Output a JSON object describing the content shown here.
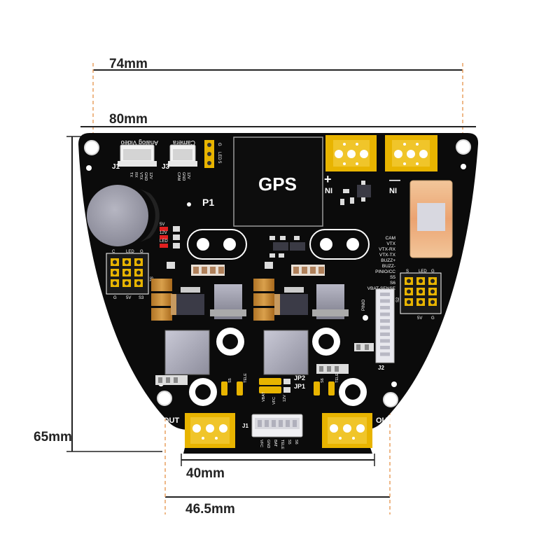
{
  "dimensions": {
    "top_width": "74mm",
    "overall_width": "80mm",
    "height": "65mm",
    "bottom_inner": "40mm",
    "bottom_outer": "46.5mm"
  },
  "board": {
    "gps": "GPS",
    "p1": "P1",
    "j1": "J1",
    "j3": "J3",
    "j1_top_label": "Analog Video",
    "j3_top_label": "Camera",
    "j1_pins": [
      "TX",
      "RX",
      "VTX",
      "GND",
      "12V"
    ],
    "j3_pins": [
      "CAM",
      "GND",
      "12V"
    ],
    "led_pin_labels": [
      "G",
      "LED",
      "5"
    ],
    "in_plus": "+",
    "in_plus_label": "NI",
    "in_minus": "—",
    "in_minus_label": "NI",
    "status_leds": [
      "5V",
      "12V",
      "LED"
    ],
    "left_header": {
      "top": [
        "C",
        "LED",
        "G"
      ],
      "bottom": [
        "G",
        "5V",
        "S3"
      ],
      "side": "S1"
    },
    "right_header": {
      "top": [
        "S",
        "LED",
        "G"
      ],
      "bottom": [
        "5V",
        "G"
      ],
      "side": "S2"
    },
    "pin_list": [
      "CAM",
      "VTX",
      "VTX-RX",
      "VTX-TX",
      "BUZZ+",
      "BUZZ-",
      "PINIO/CC",
      "S5",
      "S6",
      "VBAT-SENSE"
    ],
    "jp2": "JP2",
    "jp1": "JP1",
    "s5": "S5",
    "s6": "S6",
    "tele": "TELE",
    "vbat": "VBAT",
    "vfc": "VFC",
    "v12": "12V",
    "pinio": "PINIO",
    "j2": "J2",
    "j1_bottom_pins": [
      "VFC",
      "GND",
      "BAT",
      "TELE",
      "S5",
      "S6"
    ],
    "out_plus": "OUT",
    "out_plus_sign": "+",
    "out_minus": "OUT",
    "out_minus_sign": "—"
  },
  "colors": {
    "board": "#0b0b0b",
    "gold": "#e8b400",
    "silk": "#ffffff",
    "dimension_line": "#e8a060",
    "text": "#222222"
  }
}
